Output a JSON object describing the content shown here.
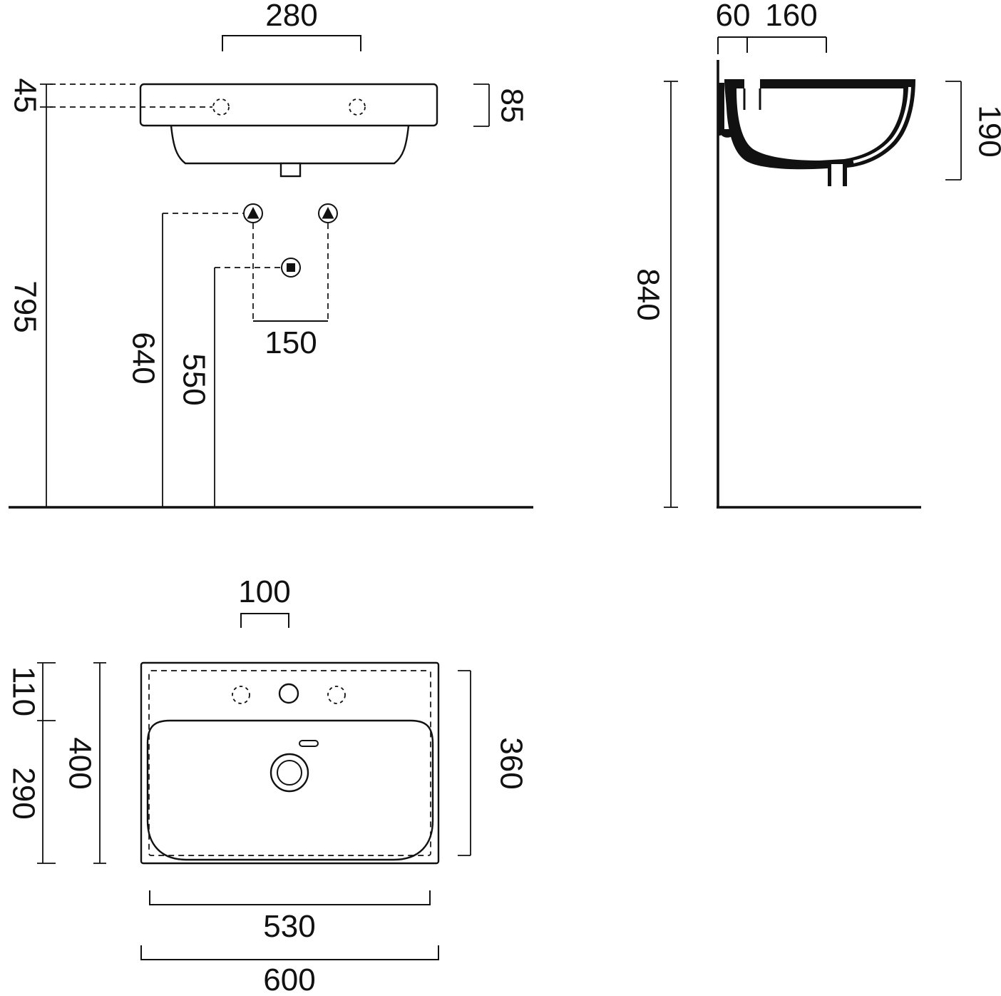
{
  "drawing": {
    "front": {
      "holes_spacing": "280",
      "tap_offset": "45",
      "rim_height": "85",
      "rim_floor_height": "795",
      "supply_height": "640",
      "drain_height": "550",
      "supply_spacing": "150"
    },
    "side": {
      "fixing_depth": "60",
      "tap_depth": "160",
      "basin_depth": "190",
      "top_height": "840"
    },
    "plan": {
      "tap_spacing": "100",
      "edge_inset": "110",
      "bowl_depth": "290",
      "outer_depth": "400",
      "inner_depth": "360",
      "bowl_width": "530",
      "outer_width": "600"
    },
    "colors": {
      "line": "#111111",
      "background": "#ffffff"
    }
  }
}
